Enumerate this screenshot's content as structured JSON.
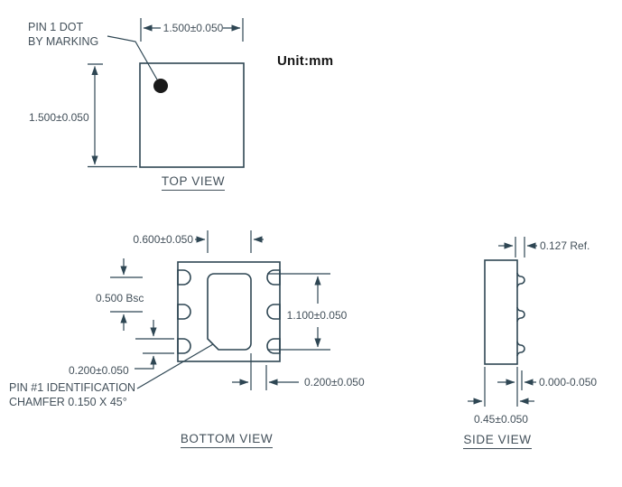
{
  "unit_label": "Unit:mm",
  "colors": {
    "line": "#2e4653",
    "text": "#43505a",
    "dot": "#1a1a1a"
  },
  "top_view": {
    "title": "TOP VIEW",
    "pin1_note": "PIN 1 DOT\nBY MARKING",
    "width_dim": "1.500±0.050",
    "height_dim": "1.500±0.050"
  },
  "bottom_view": {
    "title": "BOTTOM VIEW",
    "epad_width_dim": "0.600±0.050",
    "pitch_dim": "0.500 Bsc",
    "pad_width_dim": "0.200±0.050",
    "epad_length_dim": "1.100±0.050",
    "pad_length_dim": "0.200±0.050",
    "pin1_note": "PIN #1 IDENTIFICATION\nCHAMFER 0.150 X 45°"
  },
  "side_view": {
    "title": "SIDE VIEW",
    "pad_ref_dim": "0.127 Ref.",
    "standoff_dim": "0.000-0.050",
    "thickness_dim": "0.45±0.050"
  }
}
